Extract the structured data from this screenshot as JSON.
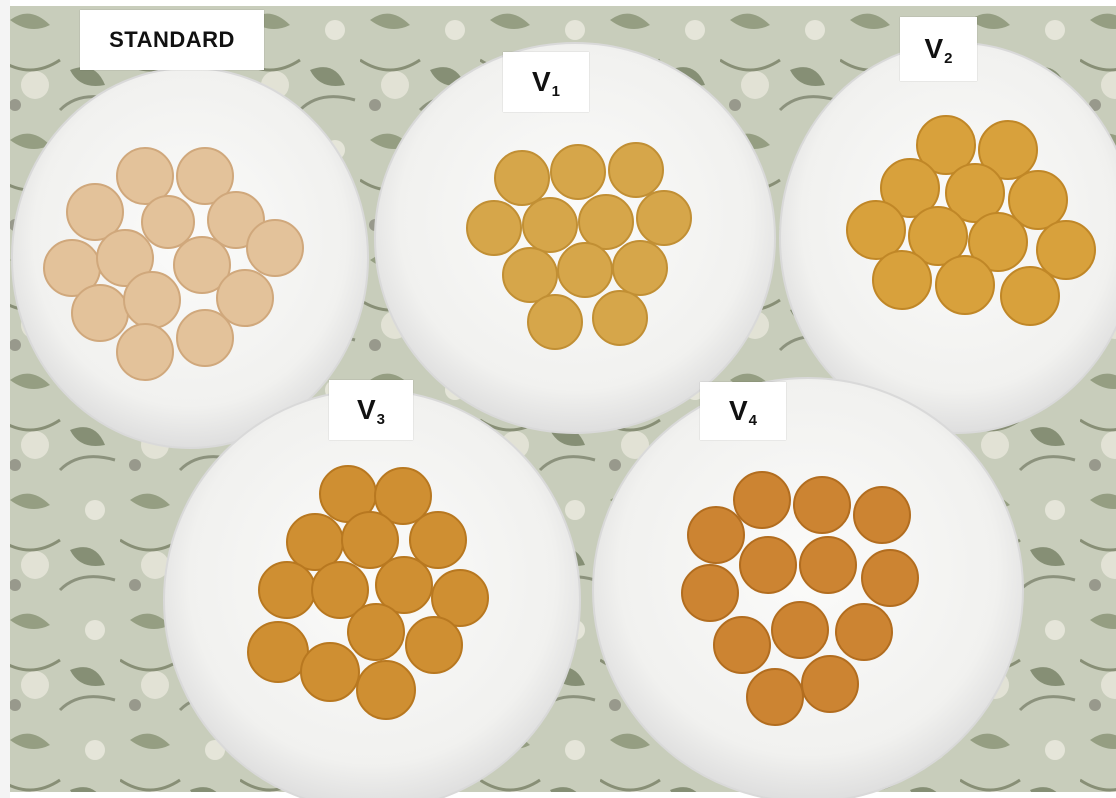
{
  "labels": {
    "standard": "STANDARD",
    "v1": {
      "base": "V",
      "sub": "1"
    },
    "v2": {
      "base": "V",
      "sub": "2"
    },
    "v3": {
      "base": "V",
      "sub": "3"
    },
    "v4": {
      "base": "V",
      "sub": "4"
    }
  },
  "colors": {
    "tablecloth": "#c9cfbd",
    "plate": "#f7f7f5",
    "standard_cookie": "#e3c29a",
    "v1_cookie": "#d6a64a",
    "v2_cookie": "#d8a13c",
    "v3_cookie": "#cf8f32",
    "v4_cookie": "#cc8432"
  }
}
